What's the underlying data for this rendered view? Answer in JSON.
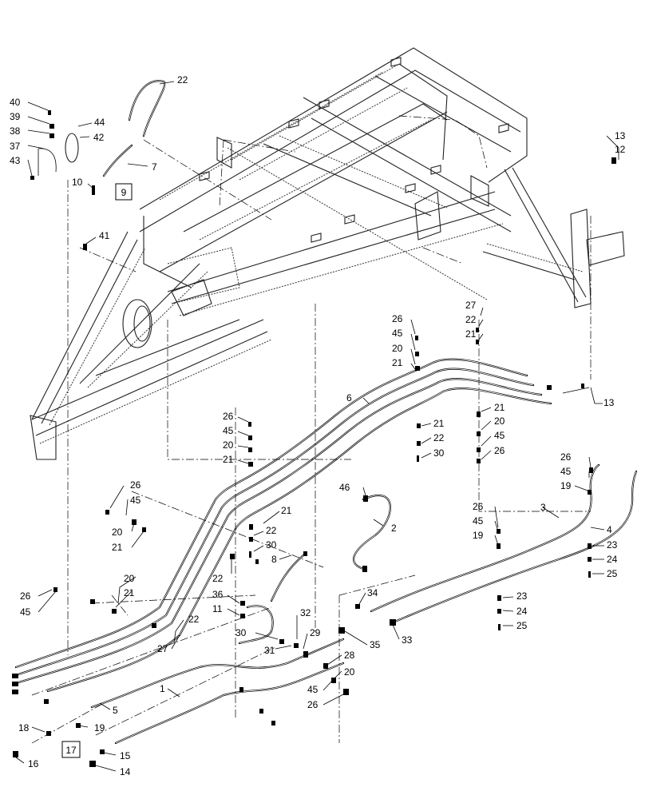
{
  "callouts": [
    {
      "id": "c22a",
      "text": "22"
    },
    {
      "id": "c40",
      "text": "40"
    },
    {
      "id": "c39",
      "text": "39"
    },
    {
      "id": "c38",
      "text": "38"
    },
    {
      "id": "c37",
      "text": "37"
    },
    {
      "id": "c43",
      "text": "43"
    },
    {
      "id": "c44",
      "text": "44"
    },
    {
      "id": "c42",
      "text": "42"
    },
    {
      "id": "c7",
      "text": "7"
    },
    {
      "id": "c10",
      "text": "10"
    },
    {
      "id": "c41",
      "text": "41"
    },
    {
      "id": "c13a",
      "text": "13"
    },
    {
      "id": "c12",
      "text": "12"
    },
    {
      "id": "c27a",
      "text": "27"
    },
    {
      "id": "c22b",
      "text": "22"
    },
    {
      "id": "c21a",
      "text": "21"
    },
    {
      "id": "c26a",
      "text": "26"
    },
    {
      "id": "c45a",
      "text": "45"
    },
    {
      "id": "c20a",
      "text": "20"
    },
    {
      "id": "c21b",
      "text": "21"
    },
    {
      "id": "c6",
      "text": "6"
    },
    {
      "id": "c13b",
      "text": "13"
    },
    {
      "id": "c21c",
      "text": "21"
    },
    {
      "id": "c20b",
      "text": "20"
    },
    {
      "id": "c45b",
      "text": "45"
    },
    {
      "id": "c26b",
      "text": "26"
    },
    {
      "id": "c21d",
      "text": "21"
    },
    {
      "id": "c22c",
      "text": "22"
    },
    {
      "id": "c30a",
      "text": "30"
    },
    {
      "id": "c26c",
      "text": "26"
    },
    {
      "id": "c45c",
      "text": "45"
    },
    {
      "id": "c20c",
      "text": "20"
    },
    {
      "id": "c21e",
      "text": "21"
    },
    {
      "id": "c26d",
      "text": "26"
    },
    {
      "id": "c45d",
      "text": "45"
    },
    {
      "id": "c19a",
      "text": "19"
    },
    {
      "id": "c26e",
      "text": "26"
    },
    {
      "id": "c45e",
      "text": "45"
    },
    {
      "id": "c20d",
      "text": "20"
    },
    {
      "id": "c21f",
      "text": "21"
    },
    {
      "id": "c46",
      "text": "46"
    },
    {
      "id": "c21g",
      "text": "21"
    },
    {
      "id": "c22d",
      "text": "22"
    },
    {
      "id": "c30b",
      "text": "30"
    },
    {
      "id": "c2",
      "text": "2"
    },
    {
      "id": "c3",
      "text": "3"
    },
    {
      "id": "c26f",
      "text": "26"
    },
    {
      "id": "c45f",
      "text": "45"
    },
    {
      "id": "c19b",
      "text": "19"
    },
    {
      "id": "c4",
      "text": "4"
    },
    {
      "id": "c23a",
      "text": "23"
    },
    {
      "id": "c24a",
      "text": "24"
    },
    {
      "id": "c25a",
      "text": "25"
    },
    {
      "id": "c8",
      "text": "8"
    },
    {
      "id": "c22e",
      "text": "22"
    },
    {
      "id": "c20e",
      "text": "20"
    },
    {
      "id": "c21h",
      "text": "21"
    },
    {
      "id": "c26g",
      "text": "26"
    },
    {
      "id": "c45g",
      "text": "45"
    },
    {
      "id": "c36",
      "text": "36"
    },
    {
      "id": "c11",
      "text": "11"
    },
    {
      "id": "c34",
      "text": "34"
    },
    {
      "id": "c23b",
      "text": "23"
    },
    {
      "id": "c24b",
      "text": "24"
    },
    {
      "id": "c25b",
      "text": "25"
    },
    {
      "id": "c22f",
      "text": "22"
    },
    {
      "id": "c27b",
      "text": "27"
    },
    {
      "id": "c30c",
      "text": "30"
    },
    {
      "id": "c32",
      "text": "32"
    },
    {
      "id": "c29",
      "text": "29"
    },
    {
      "id": "c31",
      "text": "31"
    },
    {
      "id": "c35",
      "text": "35"
    },
    {
      "id": "c33",
      "text": "33"
    },
    {
      "id": "c28",
      "text": "28"
    },
    {
      "id": "c20f",
      "text": "20"
    },
    {
      "id": "c45h",
      "text": "45"
    },
    {
      "id": "c26h",
      "text": "26"
    },
    {
      "id": "c1",
      "text": "1"
    },
    {
      "id": "c5",
      "text": "5"
    },
    {
      "id": "c18",
      "text": "18"
    },
    {
      "id": "c19c",
      "text": "19"
    },
    {
      "id": "c16",
      "text": "16"
    },
    {
      "id": "c15",
      "text": "15"
    },
    {
      "id": "c14",
      "text": "14"
    }
  ],
  "reference_boxes": [
    {
      "id": "b9",
      "text": "9"
    },
    {
      "id": "b17",
      "text": "17"
    }
  ]
}
